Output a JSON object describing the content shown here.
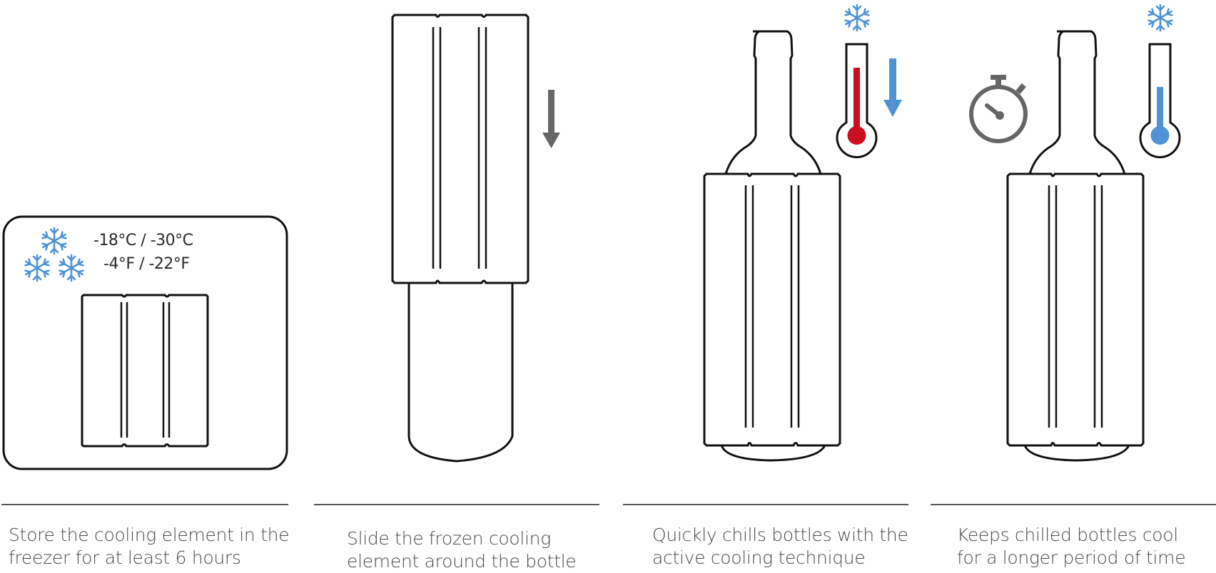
{
  "colors": {
    "outline": "#111111",
    "ice_blue": "#4f93d6",
    "hot_red": "#c8101e",
    "arrow_gray": "#666666",
    "divider": "#555555",
    "caption_text": "#4a4a4a"
  },
  "steps": [
    {
      "id": "store",
      "illustration": "freezer-with-cooling-element",
      "icons": [
        "snowflake-icon",
        "snowflake-icon",
        "snowflake-icon"
      ],
      "temperature": {
        "celsius": "-18°C / -30°C",
        "fahrenheit": "-4°F / -22°F"
      },
      "caption": {
        "line1": "Store the cooling element in the",
        "line2": "freezer for at least 6 hours"
      }
    },
    {
      "id": "slide",
      "illustration": "cooling-element-sliding-over-bottle",
      "icons": [
        "arrow-down-icon"
      ],
      "caption": {
        "line1": "Slide the frozen cooling",
        "line2": "element around the bottle"
      }
    },
    {
      "id": "chill",
      "illustration": "bottle-in-cooling-element",
      "icons": [
        "snowflake-icon",
        "thermometer-hot-icon",
        "arrow-down-icon"
      ],
      "caption": {
        "line1": "Quickly chills bottles with the",
        "line2": "active cooling technique"
      }
    },
    {
      "id": "keep",
      "illustration": "bottle-in-cooling-element",
      "icons": [
        "stopwatch-icon",
        "snowflake-icon",
        "thermometer-cold-icon"
      ],
      "caption": {
        "line1": "Keeps chilled bottles cool",
        "line2": "for a longer period of time"
      }
    }
  ]
}
